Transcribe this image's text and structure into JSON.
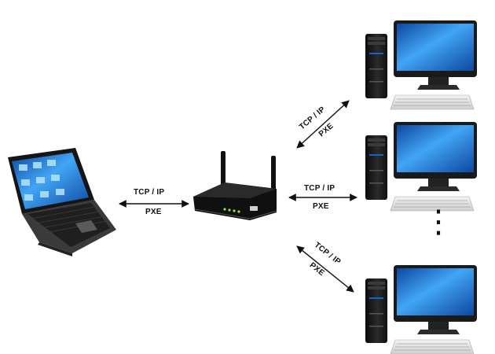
{
  "links": {
    "laptop_router": {
      "top": "TCP / IP",
      "bottom": "PXE"
    },
    "router_pc_top": {
      "top": "TCP / IP",
      "bottom": "PXE"
    },
    "router_pc_middle": {
      "top": "TCP / IP",
      "bottom": "PXE"
    },
    "router_pc_bottom": {
      "top": "TCP / IP",
      "bottom": "PXE"
    }
  },
  "router": {
    "led_color": "#8fe04a"
  },
  "screen_color": "#1e88e5",
  "ellipsis": "⋮"
}
